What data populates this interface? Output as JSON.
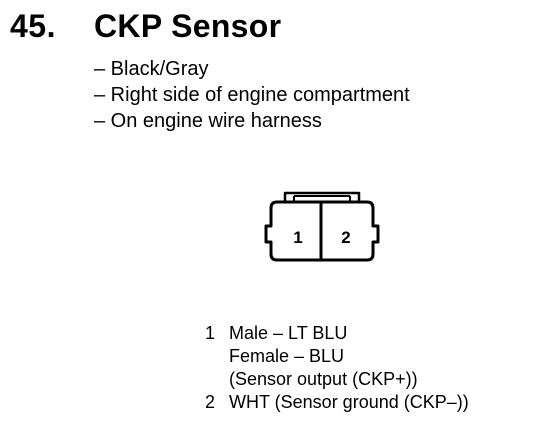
{
  "section": {
    "number": "45.",
    "title": "CKP Sensor"
  },
  "details": [
    "– Black/Gray",
    "– Right side of engine compartment",
    "– On engine wire harness"
  ],
  "connector": {
    "pin_labels": [
      "1",
      "2"
    ]
  },
  "pins": [
    {
      "number": "1",
      "lines": [
        "Male – LT BLU",
        "Female – BLU",
        "(Sensor output (CKP+))"
      ]
    },
    {
      "number": "2",
      "lines": [
        "WHT (Sensor ground (CKP–))"
      ]
    }
  ]
}
